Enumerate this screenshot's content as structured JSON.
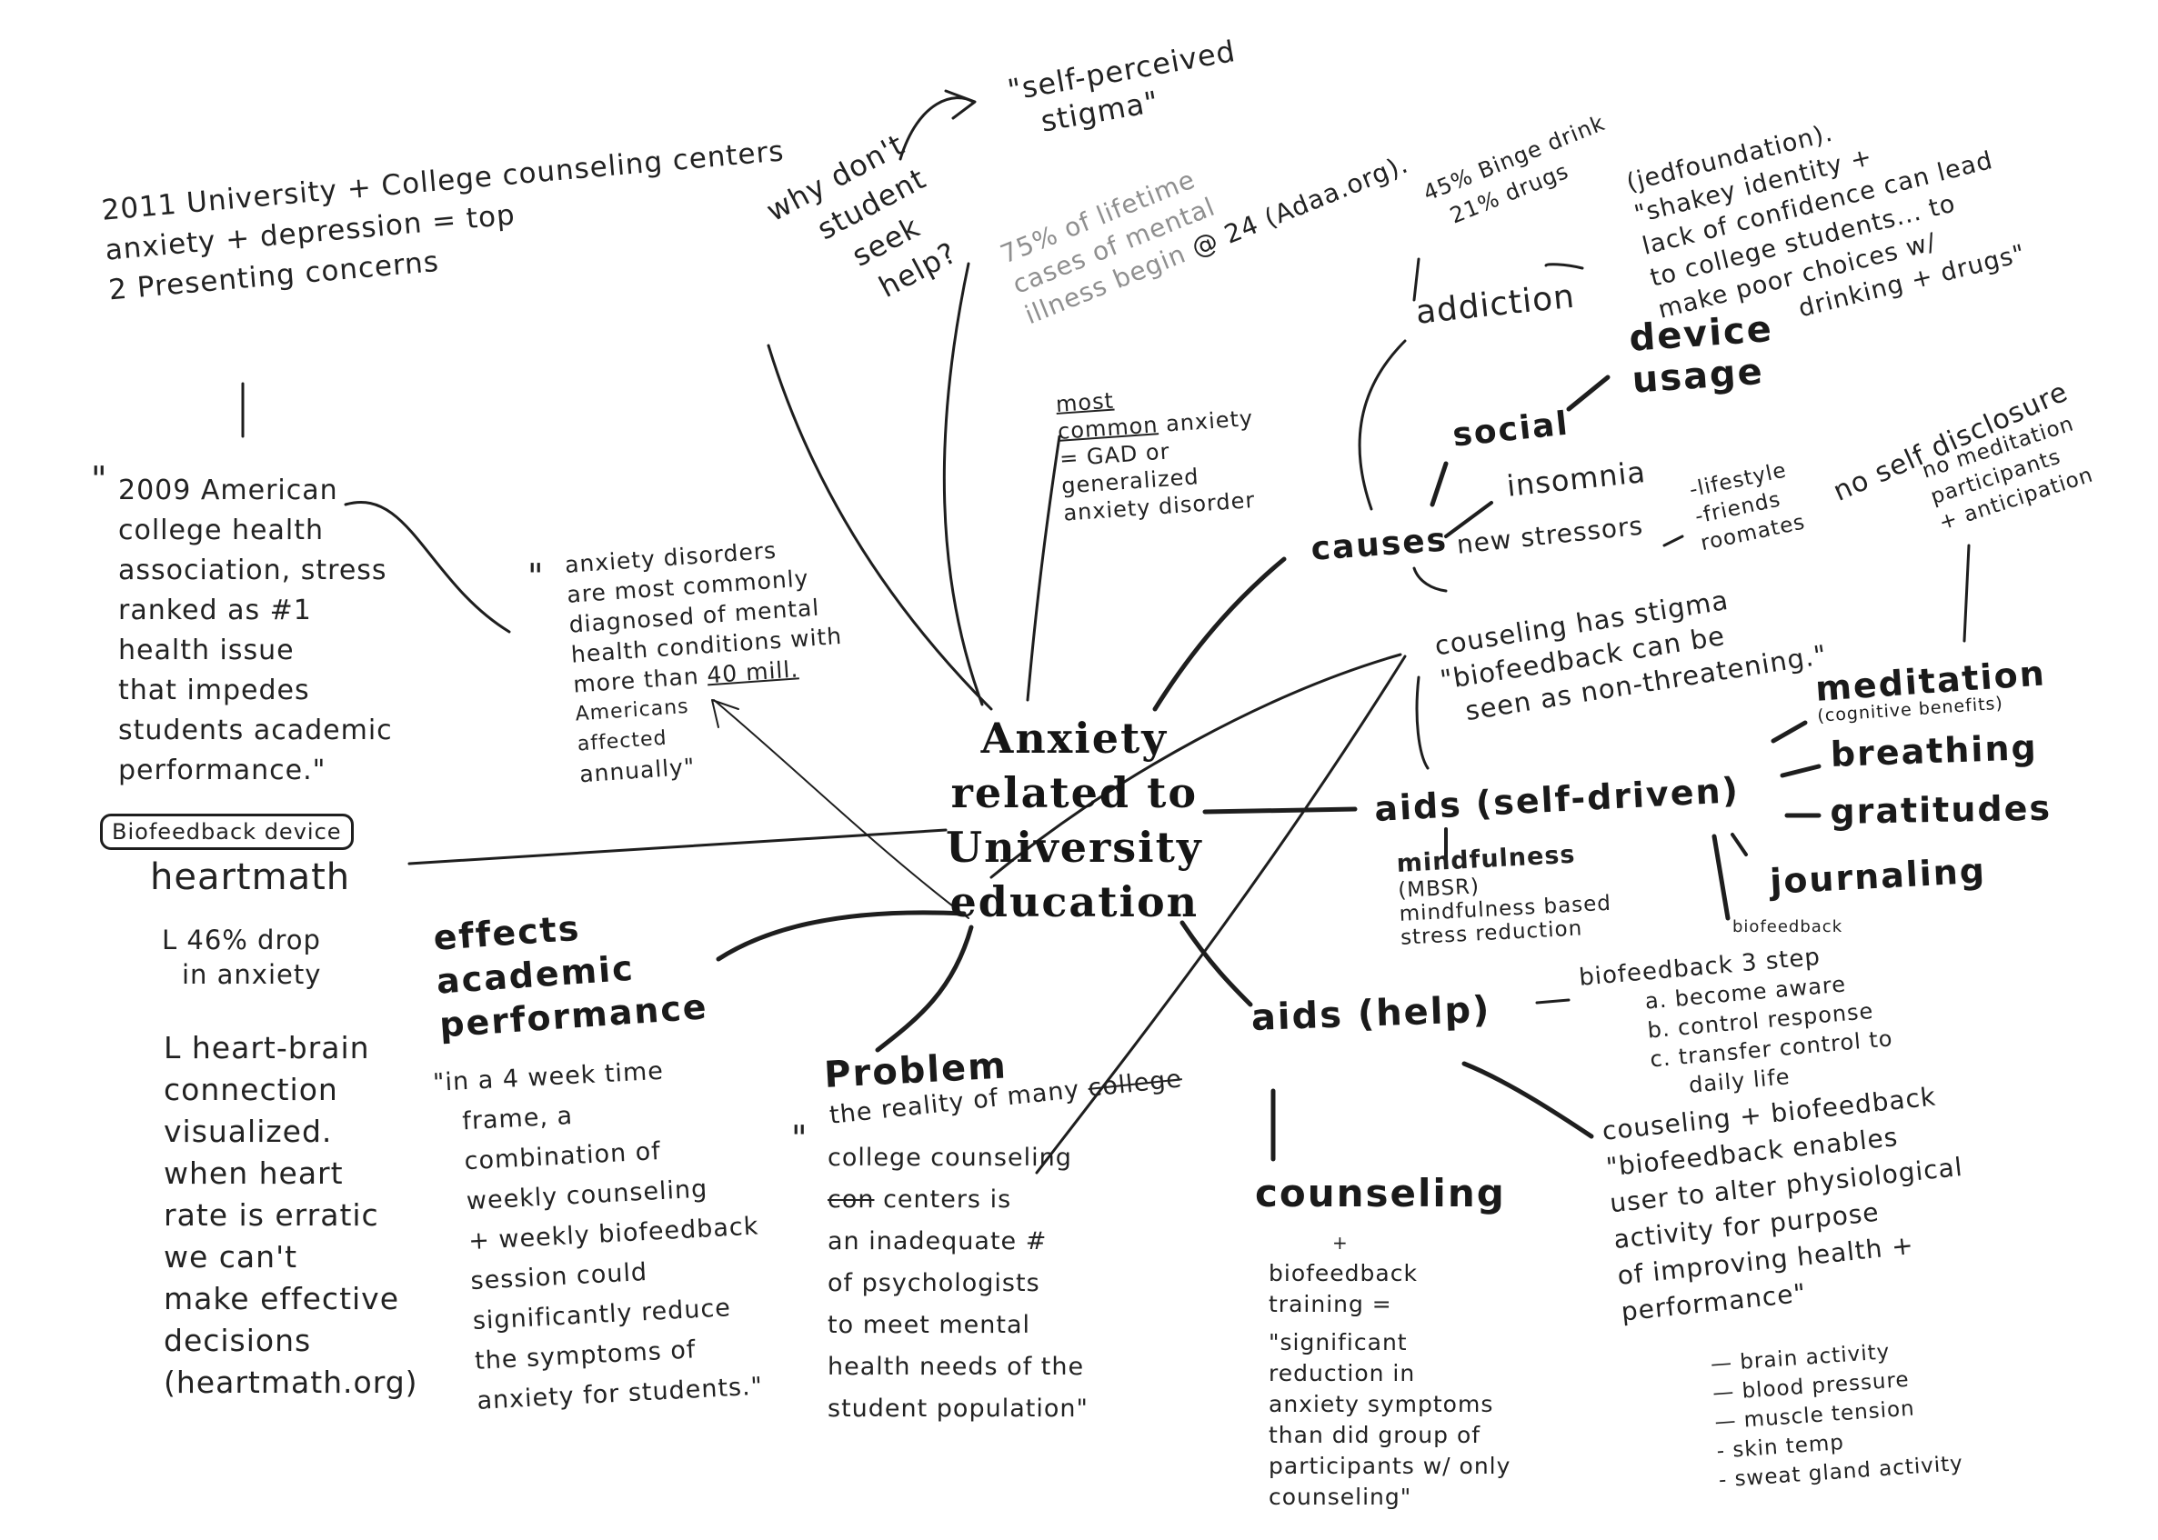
{
  "central_topic": [
    "Anxiety",
    "related to",
    "University",
    "education"
  ],
  "counseling_centers": [
    "2011 University + College counseling centers",
    "anxiety + depression  =  top",
    "2 Presenting   concerns"
  ],
  "stress_quote": [
    "2009 American",
    "college health",
    "association, stress",
    "ranked  as #1",
    "health  issue",
    "that impedes",
    "students  academic",
    "performance.\""
  ],
  "anxiety_disorders_quote": {
    "line1": "anxiety disorders",
    "line2": "are most commonly",
    "line3": "diagnosed of mental",
    "line4": "health conditions with",
    "line5_pre": "more than ",
    "line5_underlined": "40 mill.",
    "line6": "Americans",
    "line7": "affected",
    "line8": "annually\""
  },
  "why_no_help": [
    "why don't",
    "student",
    "seek",
    "help?"
  ],
  "self_perceived_stigma": [
    "\"self-perceived",
    "stigma\""
  ],
  "lifetime_cases": {
    "line1": "75% of lifetime",
    "line2": "cases of mental",
    "line3_pre": "illness begin",
    "line3_post": " @ 24 (Adaa.org)."
  },
  "most_common": {
    "line1_underlined": "most",
    "line2_pre": "common",
    "line2_post": " anxiety",
    "line3": "= GAD or",
    "line4": "generalized",
    "line5": "anxiety  disorder"
  },
  "addiction_stats": [
    "45% Binge drink",
    "21% drugs"
  ],
  "addiction": "addiction",
  "jed_quote": [
    "(jedfoundation).",
    "\"shakey identity +",
    "lack of confidence can lead",
    "to college students... to",
    "make poor choices w/",
    "drinking + drugs\""
  ],
  "device_usage": [
    "device",
    "usage"
  ],
  "social": "social",
  "insomnia": "insomnia",
  "causes": "causes",
  "new_stressors": "new stressors",
  "stressor_list": [
    "-lifestyle",
    "-friends",
    "roomates"
  ],
  "no_self_disclosure": "no self disclosure",
  "no_meditation": [
    "no meditation",
    "participants",
    "+ anticipation"
  ],
  "counseling_stigma": [
    "couseling   has stigma",
    "\"biofeedback   can   be",
    "seen as non-threatening.\""
  ],
  "aids_self": "aids (self-driven)",
  "meditation": {
    "label": "meditation",
    "note": "(cognitive benefits)"
  },
  "breathing": "breathing",
  "gratitudes": "gratitudes",
  "journaling": "journaling",
  "biofeedback_small": "biofeedback",
  "mindfulness": [
    "mindfulness",
    "(MBSR)",
    "mindfulness based",
    "stress reduction"
  ],
  "device_box": "Biofeedback device",
  "heartmath": "heartmath",
  "drop_anxiety": [
    "L 46% drop",
    "in anxiety"
  ],
  "heart_brain": [
    "L heart-brain",
    "connection",
    "visualized.",
    "when heart",
    "rate is erratic",
    "we can't",
    "make effective",
    "decisions",
    "(heartmath.org)"
  ],
  "effects_title": [
    "effects",
    "academic",
    "performance"
  ],
  "effects_quote": [
    "\"in a 4 week time",
    "frame, a",
    "combination of",
    "weekly counseling",
    "+ weekly biofeedback",
    "session could",
    "significantly reduce",
    "the symptoms of",
    "anxiety for students.\""
  ],
  "problem_title": "Problem",
  "problem_quote": {
    "line1_pre": "the reality of many ",
    "line1_struck": "college",
    "line2": "college counseling",
    "line3_struck": "con",
    "line3_post": " centers is",
    "line4": "an inadequate #",
    "line5": "of psychologists",
    "line6": "to meet  mental",
    "line7": "health needs of the",
    "line8": "student  population\""
  },
  "open_quote_mark": "\"",
  "aids_help": "aids (help)",
  "biofeedback_steps": [
    "biofeedback 3 step",
    "a. become  aware",
    "b. control  response",
    "c. transfer control to",
    "daily life"
  ],
  "counseling": "counseling",
  "counseling_training": {
    "plus": "+",
    "line1": "biofeedback",
    "line2": "training =",
    "quote": [
      "\"significant",
      "reduction in",
      "anxiety symptoms",
      "than did group of",
      "participants w/ only",
      "counseling\""
    ]
  },
  "couseling_biofeedback": [
    "couseling  +  biofeedback",
    "\"biofeedback enables",
    "user to alter physiological",
    "activity  for  purpose",
    "of  improving  health +",
    "performance\""
  ],
  "physiology_list": [
    "— brain activity",
    "— blood pressure",
    "— muscle tension",
    "- skin temp",
    "- sweat gland activity"
  ]
}
